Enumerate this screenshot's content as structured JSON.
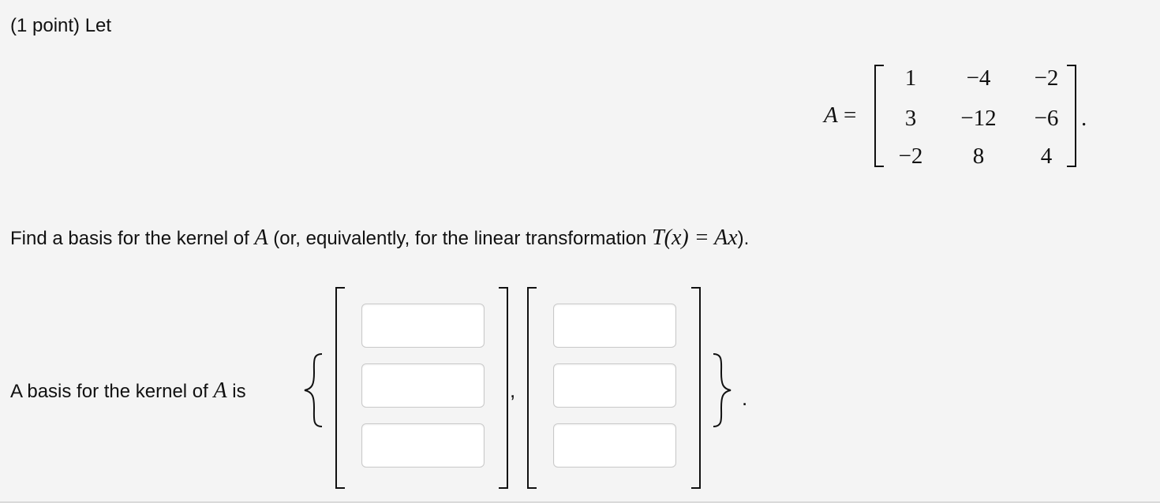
{
  "header": {
    "points": "(1 point) Let"
  },
  "matrix": {
    "name": "A",
    "equals": "=",
    "rows": [
      [
        "1",
        "−4",
        "−2"
      ],
      [
        "3",
        "−12",
        "−6"
      ],
      [
        "−2",
        "8",
        "4"
      ]
    ],
    "terminator": "."
  },
  "question": {
    "before": "Find a basis for the kernel of",
    "var_a": "A",
    "middle": "(or, equivalently, for the linear transformation",
    "formula": "T(x) = Ax",
    "after": ")."
  },
  "answer": {
    "label_before": "A basis for the kernel of",
    "var_a": "A",
    "label_after": "is",
    "separator": ",",
    "terminator": ".",
    "vector1": [
      "",
      "",
      ""
    ],
    "vector2": [
      "",
      "",
      ""
    ]
  }
}
